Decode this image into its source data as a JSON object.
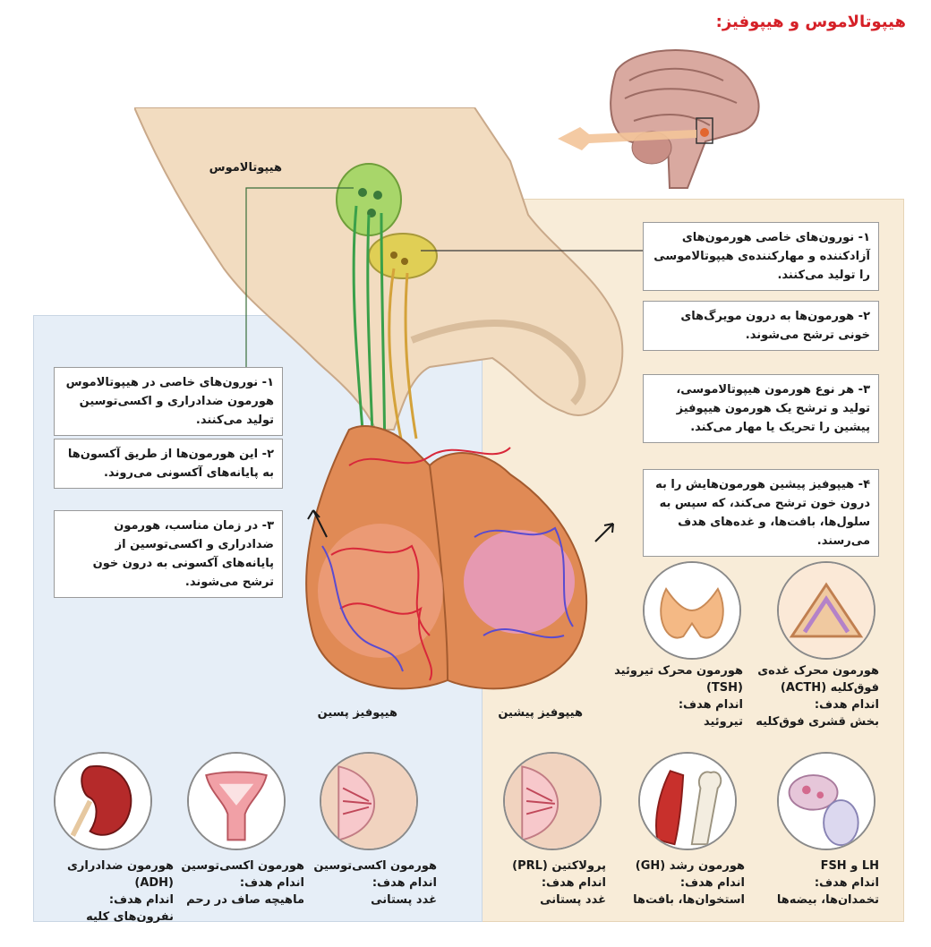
{
  "title": "هیپوتالاموس و هیپوفیز:",
  "labels": {
    "hypothalamus": "هیپوتالاموس",
    "posterior_pituitary": "هیپوفیز پسین",
    "anterior_pituitary": "هیپوفیز پیشین"
  },
  "left_steps": [
    "۱- نورون‌های خاصی در هیپوتالاموس هورمون ضدادراری و اکسی‌توسین تولید می‌کنند.",
    "۲- این هورمون‌ها از طریق آکسون‌ها به پایانه‌های آکسونی می‌روند.",
    "۳- در زمان مناسب، هورمون ضدادراری و اکسی‌توسین از پایانه‌های آکسونی به درون خون ترشح می‌شوند."
  ],
  "right_steps": [
    "۱- نورون‌های خاصی هورمون‌های آزادکننده و مهارکننده‌ی هیپوتالاموسی را تولید می‌کنند.",
    "۲- هورمون‌ها به درون مویرگ‌های خونی ترشح می‌شوند.",
    "۳- هر نوع هورمون هیپوتالاموسی، تولید و ترشح یک هورمون هیپوفیز پیشین را تحریک یا مهار می‌کند.",
    "۴- هیپوفیز پیشین هورمون‌هایش را به درون خون ترشح می‌کند، که سپس به سلول‌ها، بافت‌ها، و غده‌های هدف می‌رسند."
  ],
  "targets": [
    {
      "name": "هورمون محرک غده‌ی فوق‌کلیه (ACTH)",
      "organ_label": "اندام هدف:",
      "organ": "بخش قشری فوق‌کلیه",
      "icon": "adrenal-cortex-icon"
    },
    {
      "name": "هورمون محرک تیروئید (TSH)",
      "organ_label": "اندام هدف:",
      "organ": "تیروئید",
      "icon": "thyroid-icon"
    },
    {
      "name": "LH و FSH",
      "organ_label": "اندام هدف:",
      "organ": "تخمدان‌ها، بیضه‌ها",
      "icon": "ovary-testis-icon"
    },
    {
      "name": "هورمون رشد (GH)",
      "organ_label": "اندام هدف:",
      "organ": "استخوان‌ها، بافت‌ها",
      "icon": "bone-muscle-icon"
    },
    {
      "name": "پرولاکتین (PRL)",
      "organ_label": "اندام هدف:",
      "organ": "غدد پستانی",
      "icon": "mammary-gland-icon"
    },
    {
      "name": "هورمون اکسی‌توسین",
      "organ_label": "اندام هدف:",
      "organ": "غدد پستانی",
      "icon": "mammary-gland-icon"
    },
    {
      "name": "هورمون اکسی‌توسین",
      "organ_label": "اندام هدف:",
      "organ": "ماهیچه صاف در رحم",
      "icon": "uterus-icon"
    },
    {
      "name": "هورمون ضدادراری (ADH)",
      "organ_label": "اندام هدف:",
      "organ": "نفرون‌های کلیه",
      "icon": "kidney-icon"
    }
  ],
  "colors": {
    "title": "#d52027",
    "left_panel": "#e6eef7",
    "right_panel": "#f8ecd8",
    "gland": "#e08a55",
    "tissue": "#f2dcc0"
  }
}
